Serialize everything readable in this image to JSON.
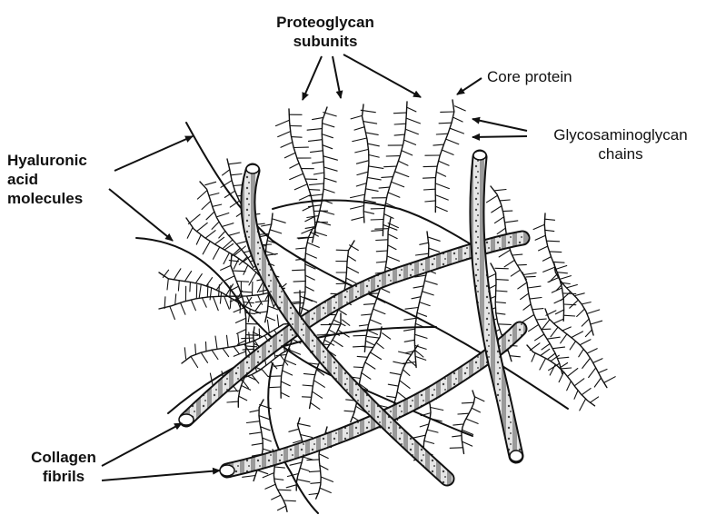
{
  "labels": {
    "proteoglycan": [
      "Proteoglycan",
      "subunits"
    ],
    "core_protein": "Core protein",
    "glycosaminoglycan": [
      "Glycosaminoglycan",
      "chains"
    ],
    "hyaluronic": [
      "Hyaluronic",
      "acid",
      "molecules"
    ],
    "collagen": [
      "Collagen",
      "fibrils"
    ]
  },
  "colors": {
    "ink": "#111111",
    "fibril_fill": "#d9d9d9",
    "background": "#ffffff"
  }
}
